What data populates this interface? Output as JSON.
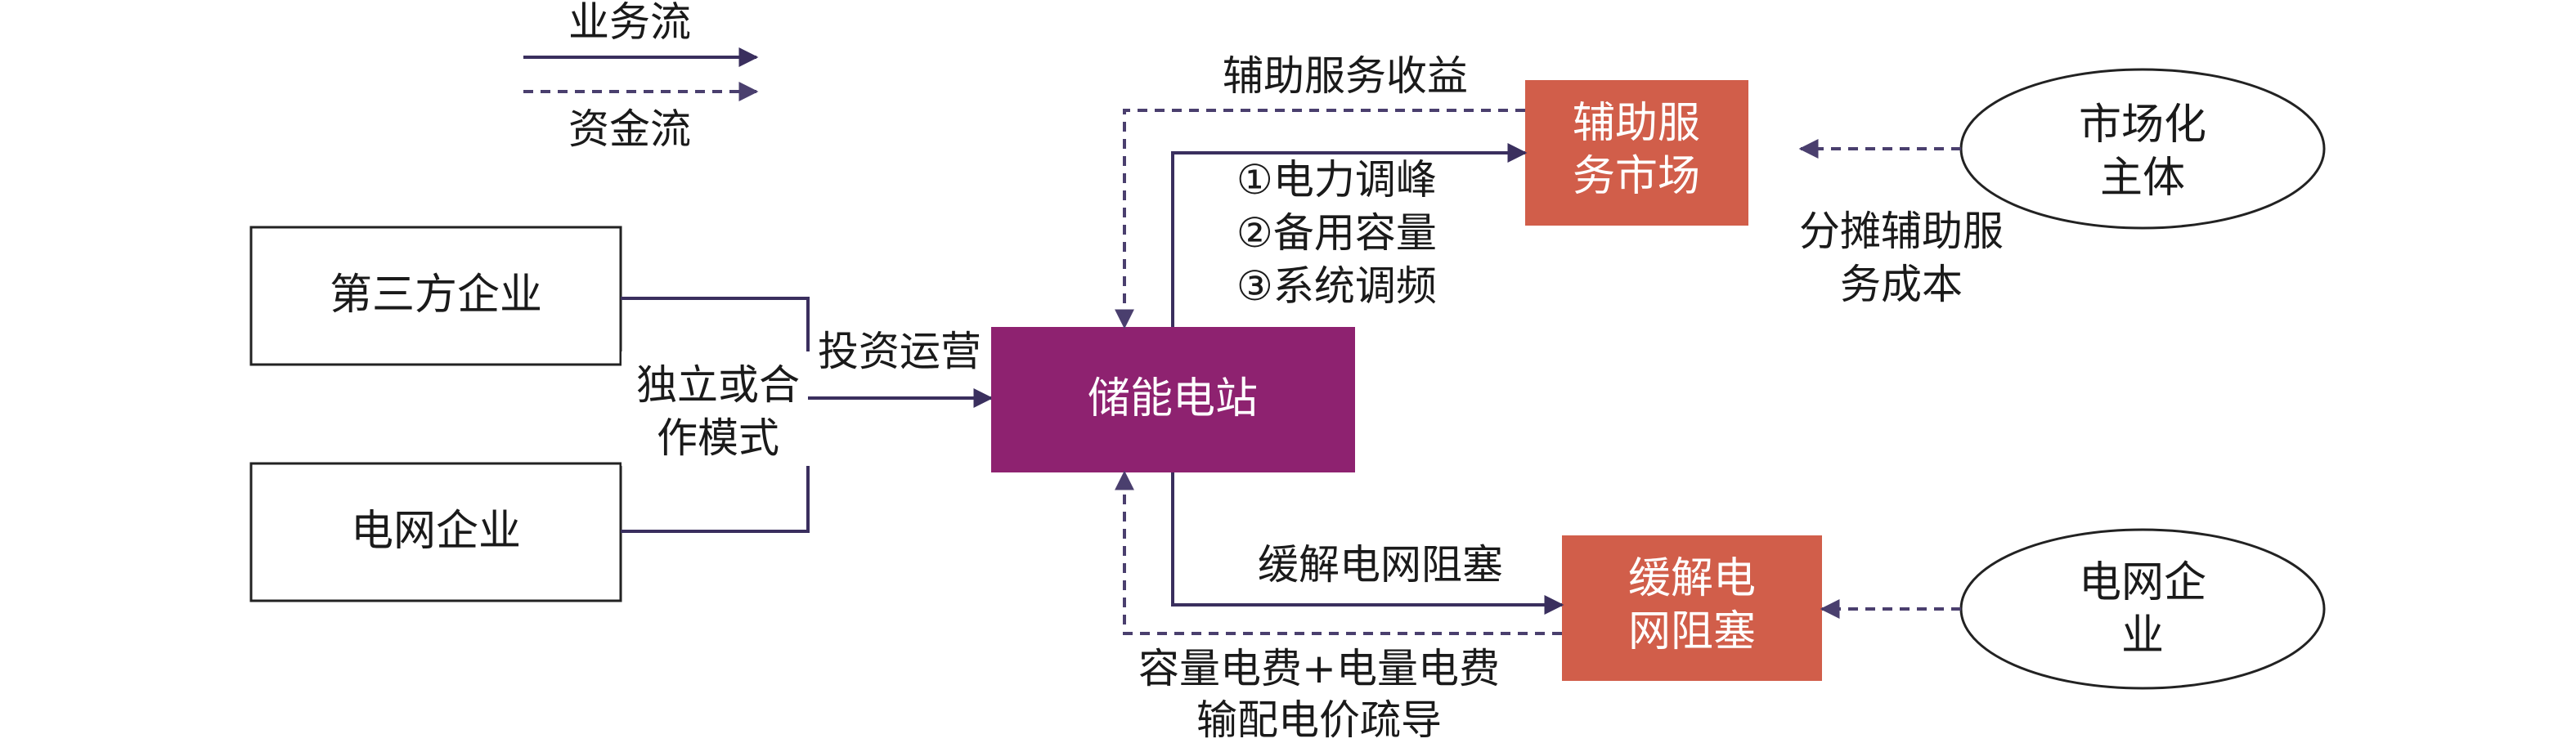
{
  "legend": {
    "business_flow": "业务流",
    "capital_flow": "资金流"
  },
  "nodes": {
    "third_party": "第三方企业",
    "grid_company_left": "电网企业",
    "storage_station": "储能电站",
    "aux_market": [
      "辅助服",
      "务市场"
    ],
    "relieve_congestion": [
      "缓解电",
      "网阻塞"
    ],
    "market_entity": [
      "市场化",
      "主体"
    ],
    "grid_company_right": [
      "电网企",
      "业"
    ]
  },
  "labels": {
    "mode": [
      "独立或合",
      "作模式"
    ],
    "invest_operate": "投资运营",
    "aux_revenue": "辅助服务收益",
    "services": [
      "①电力调峰",
      "②备用容量",
      "③系统调频"
    ],
    "share_cost": [
      "分摊辅助服",
      "务成本"
    ],
    "relieve_label": "缓解电网阻塞",
    "fees": [
      "容量电费+电量电费",
      "输配电价疏导"
    ]
  },
  "colors": {
    "storage_fill": "#8e2270",
    "market_fill": "#d15e4a",
    "solid_line": "#3a2f5e",
    "dashed_line": "#4a3f6e"
  }
}
